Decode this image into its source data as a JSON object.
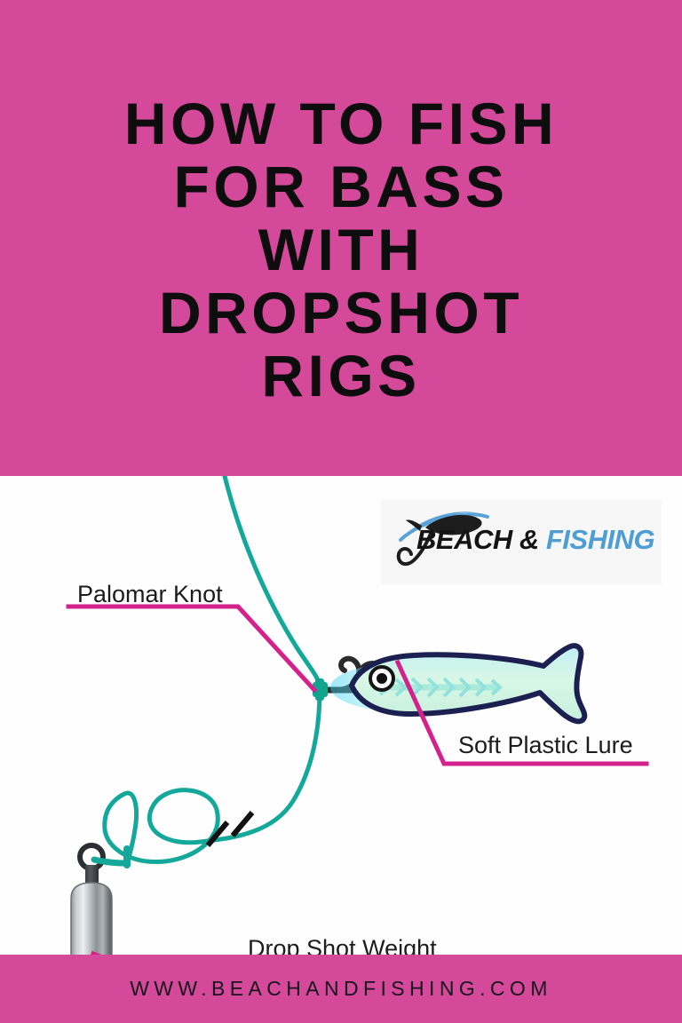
{
  "page": {
    "brand_pink": "#d4499a",
    "line_teal": "#14a89b",
    "callout_pink": "#d4218c",
    "lure_outline": "#1b2050",
    "lure_body": "#c9f2dc"
  },
  "header": {
    "title_lines": [
      "HOW TO FISH",
      "FOR BASS",
      "WITH",
      "DROPSHOT",
      "RIGS"
    ]
  },
  "logo": {
    "name_part_1": "BEACH &",
    "name_part_2": "FISHING",
    "mark": "fish-hook-icon"
  },
  "diagram": {
    "title": "Drop shot rig diagram",
    "callouts": [
      {
        "id": "palomar-knot",
        "label": "Palomar Knot"
      },
      {
        "id": "soft-plastic-lure",
        "label": "Soft Plastic Lure"
      },
      {
        "id": "drop-shot-weight",
        "label": "Drop Shot Weight"
      }
    ],
    "parts": {
      "main_line": "fishing-line",
      "knot": "palomar-knot-node",
      "hook": "fishing-hook",
      "lure": "soft-plastic-minnow-lure",
      "weight": "cylindrical-drop-shot-weight",
      "break_marks": "line-break-ticks"
    }
  },
  "footer": {
    "url": "WWW.BEACHANDFISHING.COM"
  }
}
